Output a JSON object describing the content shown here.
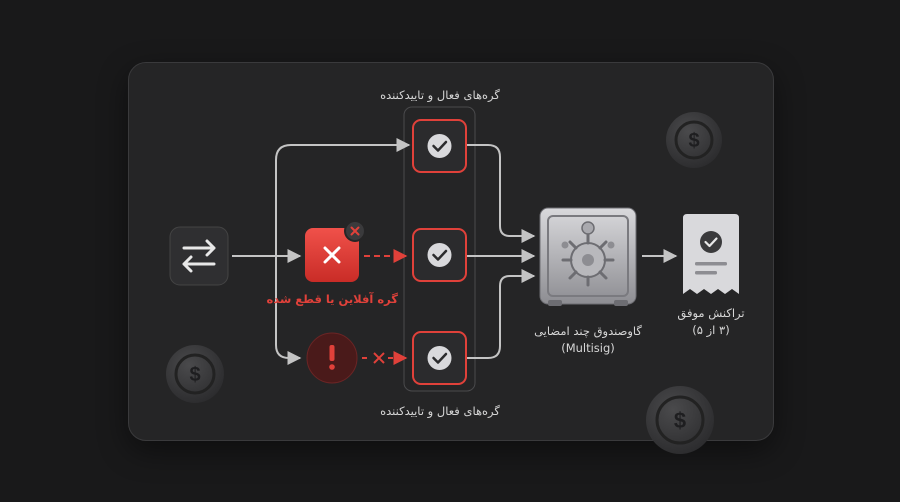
{
  "labels": {
    "active_nodes_top": "گره‌های فعال و تاییدکننده",
    "active_nodes_bottom": "گره‌های فعال و تاییدکننده",
    "offline_node": "گره آفلاین یا قطع شده",
    "vault_line1": "گاوصندوق چند امضایی",
    "vault_line2": "(Multisig)",
    "tx_line1": "تراکنش موفق",
    "tx_line2": "(۳ از ۵)"
  },
  "icons": {
    "source": "swap-arrows-icon",
    "verified": "check-circle-icon",
    "offline": "x-icon",
    "warning": "exclamation-icon",
    "vault": "safe-vault-icon",
    "receipt": "receipt-check-icon",
    "coin": "dollar-coin-icon"
  },
  "colors": {
    "background": "#19191a",
    "panel": "#252526",
    "accent_red": "#e0413a",
    "line": "#bdbdbd"
  }
}
